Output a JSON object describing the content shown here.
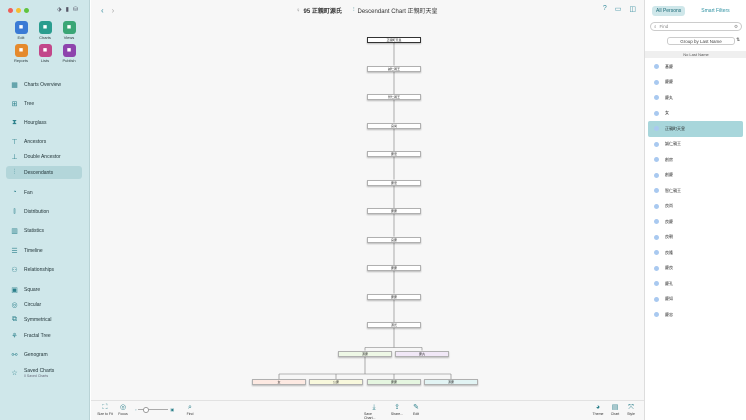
{
  "toolbar": {
    "person_label": "95 正親町源氏",
    "chart_label": "Descendant Chart 正親町天皇"
  },
  "sidebar": {
    "grid": [
      {
        "label": "Edit",
        "color": "#3a7bd5",
        "icon": "pencil-icon"
      },
      {
        "label": "Charts",
        "color": "#2a9d8f",
        "icon": "charts-icon"
      },
      {
        "label": "Views",
        "color": "#3aa676",
        "icon": "eye-icon"
      },
      {
        "label": "Reports",
        "color": "#e58a2c",
        "icon": "reports-icon"
      },
      {
        "label": "Lists",
        "color": "#c2478a",
        "icon": "lists-icon"
      },
      {
        "label": "Publish",
        "color": "#8e44ad",
        "icon": "publish-icon"
      }
    ],
    "nav": [
      {
        "label": "Charts Overview",
        "icon": "grid-icon"
      },
      {
        "label": "Tree",
        "icon": "tree-icon"
      },
      {
        "label": "Hourglass",
        "icon": "hourglass-icon"
      },
      {
        "label": "Ancestors",
        "icon": "ancestors-icon"
      },
      {
        "label": "Double Ancestor",
        "icon": "double-ancestor-icon"
      },
      {
        "label": "Descendants",
        "icon": "descendants-icon"
      },
      {
        "label": "Fan",
        "icon": "fan-icon"
      },
      {
        "label": "Distribution",
        "icon": "distribution-icon"
      },
      {
        "label": "Statistics",
        "icon": "statistics-icon"
      },
      {
        "label": "Timeline",
        "icon": "timeline-icon"
      },
      {
        "label": "Relationships",
        "icon": "relationships-icon"
      },
      {
        "label": "Square",
        "icon": "square-icon"
      },
      {
        "label": "Circular",
        "icon": "circular-icon"
      },
      {
        "label": "Symmetrical",
        "icon": "symmetrical-icon"
      },
      {
        "label": "Fractal Tree",
        "icon": "fractal-tree-icon"
      },
      {
        "label": "Genogram",
        "icon": "genogram-icon"
      },
      {
        "label": "Saved Charts",
        "sub": "0 Saved Charts",
        "icon": "saved-charts-icon"
      }
    ],
    "active_index": 5
  },
  "chart": {
    "nodes": [
      "正親町天皇",
      "誠仁親王",
      "智仁親王",
      "良尚",
      "慶忠",
      "慶忠",
      "慶慶",
      "良慶",
      "慶慶",
      "慶慶",
      "源氏"
    ],
    "pair": [
      "源慶",
      "慶丸"
    ],
    "children": [
      "女",
      "公慶",
      "慶慶",
      "源慶"
    ]
  },
  "bottombar": {
    "left": [
      {
        "label": "Size to Fit",
        "icon": "size-to-fit-icon"
      },
      {
        "label": "Focus",
        "icon": "focus-icon"
      },
      {
        "label": "Find",
        "icon": "find-icon"
      }
    ],
    "center": [
      {
        "label": "Save Chart...",
        "icon": "save-chart-icon"
      },
      {
        "label": "Share...",
        "icon": "share-icon"
      },
      {
        "label": "Edit",
        "icon": "edit-icon"
      }
    ],
    "right": [
      {
        "label": "Theme",
        "icon": "theme-icon"
      },
      {
        "label": "Chart",
        "icon": "chart-icon"
      },
      {
        "label": "Style",
        "icon": "style-icon"
      }
    ],
    "zoom_value": 0.25
  },
  "rpanel": {
    "tabs": [
      "All Persons",
      "Smart Filters"
    ],
    "search_placeholder": "Find",
    "group_label": "Group by Last Name",
    "section_label": "No Last Name",
    "persons": [
      "基慶",
      "慶慶",
      "慶丸",
      "女",
      "正親町天皇",
      "誠仁親王",
      "創房",
      "創慶",
      "智仁親王",
      "良尚",
      "良慶",
      "良朝",
      "良隆",
      "慶良",
      "慶孔",
      "慶如",
      "慶忠"
    ],
    "selected_index": 4
  }
}
